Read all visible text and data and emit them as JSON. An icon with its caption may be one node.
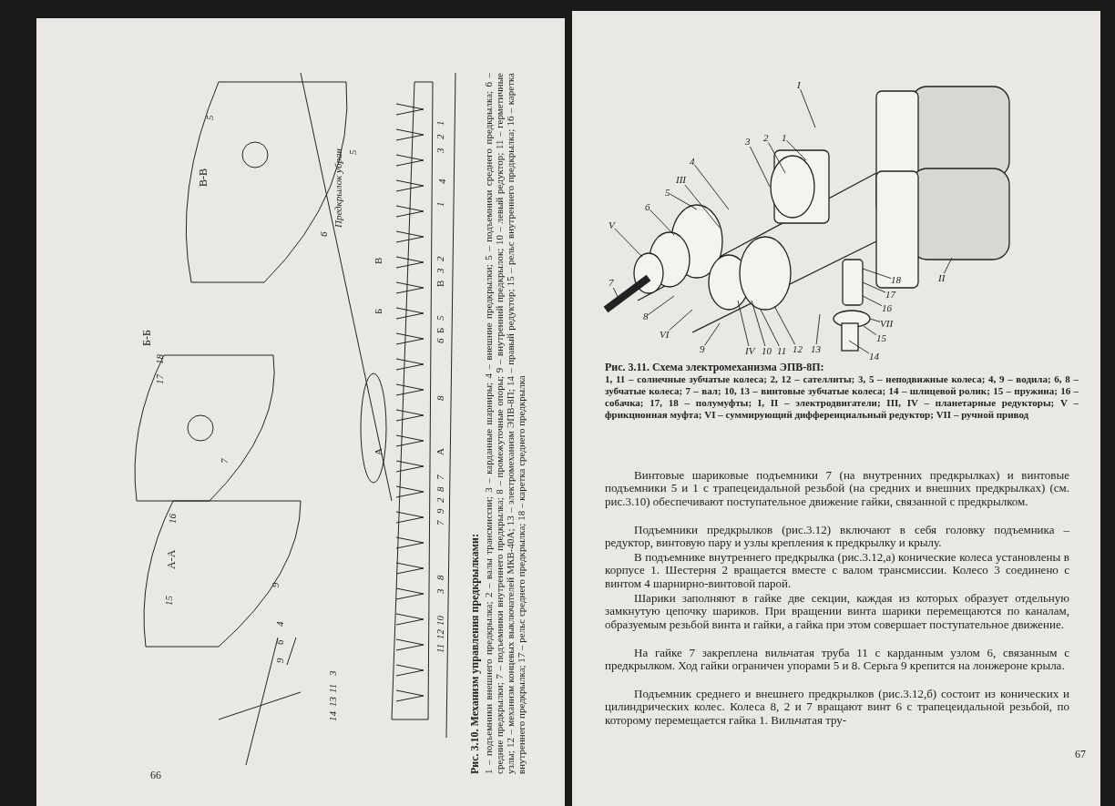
{
  "diagram": {
    "nodes": [
      {
        "text": [
          "I"
        ]
      },
      {
        "text": [
          "3"
        ]
      },
      {
        "text": [
          "2"
        ]
      },
      {
        "text": [
          "1"
        ]
      },
      {
        "text": [
          "4"
        ]
      },
      {
        "text": [
          "III"
        ]
      },
      {
        "text": [
          "5"
        ]
      },
      {
        "text": [
          "6"
        ]
      },
      {
        "text": [
          "V"
        ]
      },
      {
        "text": [
          "7"
        ]
      },
      {
        "text": [
          "8"
        ]
      },
      {
        "text": [
          "VI"
        ]
      },
      {
        "text": [
          "9"
        ]
      },
      {
        "text": [
          "IV"
        ]
      },
      {
        "text": [
          "10"
        ]
      },
      {
        "text": [
          "11"
        ]
      },
      {
        "text": [
          "12"
        ]
      },
      {
        "text": [
          "13"
        ]
      },
      {
        "text": [
          "14"
        ]
      },
      {
        "text": [
          "15"
        ]
      },
      {
        "text": [
          "VII"
        ]
      },
      {
        "text": [
          "16"
        ]
      },
      {
        "text": [
          "17"
        ]
      },
      {
        "text": [
          "18"
        ]
      },
      {
        "text": [
          "II"
        ]
      }
    ],
    "edges": [
      {
        "from": 0,
        "to": null,
        "arrow": "none"
      },
      {
        "from": 1,
        "to": null,
        "arrow": "none"
      },
      {
        "from": 2,
        "to": null,
        "arrow": "none"
      },
      {
        "from": 3,
        "to": null,
        "arrow": "none"
      },
      {
        "from": 4,
        "to": null,
        "arrow": "none"
      },
      {
        "from": 5,
        "to": null,
        "arrow": "none"
      },
      {
        "from": 6,
        "to": null,
        "arrow": "none"
      },
      {
        "from": 7,
        "to": null,
        "arrow": "none"
      },
      {
        "from": 8,
        "to": null,
        "arrow": "none"
      },
      {
        "from": 9,
        "to": null,
        "arrow": "none"
      },
      {
        "from": 10,
        "to": null,
        "arrow": "none"
      },
      {
        "from": 11,
        "to": null,
        "arrow": "none"
      },
      {
        "from": 12,
        "to": null,
        "arrow": "none"
      },
      {
        "from": 13,
        "to": null,
        "arrow": "none"
      },
      {
        "from": 14,
        "to": null,
        "arrow": "none"
      },
      {
        "from": 15,
        "to": null,
        "arrow": "none"
      },
      {
        "from": 16,
        "to": null,
        "arrow": "none"
      },
      {
        "from": 17,
        "to": null,
        "arrow": "none"
      },
      {
        "from": 18,
        "to": null,
        "arrow": "none"
      },
      {
        "from": 19,
        "to": null,
        "arrow": "none"
      },
      {
        "from": 20,
        "to": null,
        "arrow": "none"
      },
      {
        "from": 21,
        "to": null,
        "arrow": "none"
      },
      {
        "from": 22,
        "to": null,
        "arrow": "none"
      },
      {
        "from": 23,
        "to": null,
        "arrow": "none"
      },
      {
        "from": 24,
        "to": null,
        "arrow": "none"
      }
    ],
    "labels": [
      "В-В",
      "5",
      "5",
      "Предкрылок убран",
      "6",
      "Б-Б",
      "18",
      "17",
      "7",
      "16",
      "А-А",
      "9",
      "15",
      "4",
      "6",
      "9",
      "1",
      "2",
      "3",
      "4",
      "1",
      "В",
      "2",
      "3",
      "В",
      "Б",
      "5",
      "Б",
      "6",
      "8",
      "А",
      "А",
      "7",
      "8",
      "2",
      "9",
      "7",
      "8",
      "3",
      "10",
      "12",
      "11",
      "3",
      "11",
      "13",
      "14",
      "Рис. 3.10. Механизм управления предкрылками:",
      "1 – подъемники внешнего предкрылка; 2 – валы трансмиссии; 3 – карданные шарниры; 4 – внешние предкрылки; 5 – подъемники среднего предкрылка; 6 – средние предкрылки; 7 – подъемники внутреннего предкрылка; 8 – промежуточные опоры; 9 – внутренний предкрылок; 10 – левый редуктор; 11 – герметичные узлы; 12 – механизм концевых выключателей МКВ-40А; 13 – электромеханизм ЭПВ-8П; 14 – правый редуктор; 15 – рельс внутреннего предкрылка; 16 – каретка внутреннего предкрылка; 17 – рельс среднего предкрылка; 18 – каретка среднего предкрылка",
      "66",
      "Рис. 3.11. Схема электромеханизма ЭПВ-8П:",
      "1, 11 – солнечные зубчатые колеса; 2, 12 – сателлиты; 3, 5 – неподвижные колеса; 4, 9 – водила; 6, 8 – зубчатые колеса; 7 – вал; 10, 13 – винтовые зубчатые колеса; 14 – шлицевой ролик; 15 – пружина; 16 – собачка; 17, 18 – полумуфты; I, II – электродвигатели; III, IV – планетарные редукторы; V – фрикционная муфта; VI – суммирующий дифференциальный редуктор; VII – ручной привод",
      "Винтовые шариковые подъемники 7 (на внутренних предкрылках) и винтовые подъемники 5 и 1 с трапецеидальной резьбой (на средних и внешних предкрылках) (см. рис.3.10) обеспечивают поступательное движение гайки, связанной с предкрылком.",
      "Подъемники предкрылков (рис.3.12) включают в себя головку подъемника – редуктор, винтовую пару и узлы крепления к предкрылку и крылу.",
      "В подъемнике внутреннего предкрылка (рис.3.12,а) конические колеса установлены в корпусе 1. Шестерня 2 вращается вместе с валом трансмиссии. Колесо 3 соединено с винтом 4 шарнирно-винтовой парой.",
      "Шарики заполняют в гайке две секции, каждая из которых образует отдельную замкнутую цепочку шариков. При вращении винта шарики перемещаются по каналам, образуемым резьбой винта и гайки, а гайка при этом совершает поступательное движение.",
      "На гайке 7 закреплена вильчатая труба 11 с карданным узлом 6, связанным с предкрылком. Ход гайки ограничен упорами 5 и 8. Серьга 9 крепится на лонжероне крыла.",
      "Подъемник среднего и внешнего предкрылков (рис.3.12,б) состоит из конических и цилиндрических колес. Колеса 8, 2 и 7 вращают винт 6 с трапецеидальной резьбой, по которому перемещается гайка 1. Вильчатая тру-",
      "67"
    ]
  }
}
